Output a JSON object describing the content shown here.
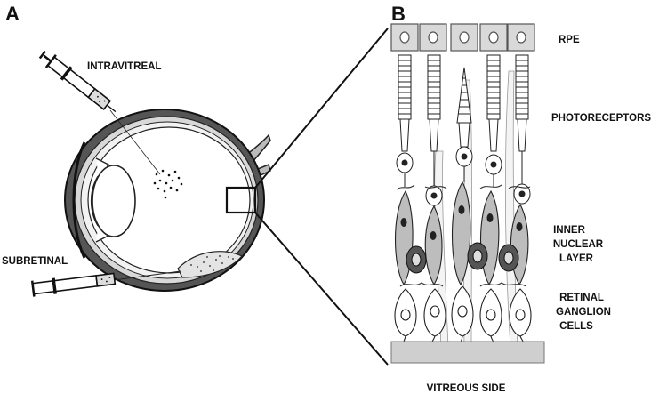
{
  "panels": {
    "a": "A",
    "b": "B"
  },
  "labels": {
    "intravitreal": "INTRAVITREAL",
    "subretinal": "SUBRETINAL",
    "rpe": "RPE",
    "photoreceptors": "PHOTORECEPTORS",
    "inner_nuclear": [
      "INNER",
      "NUCLEAR",
      "LAYER"
    ],
    "ganglion": [
      "RETINAL",
      "GANGLION",
      "CELLS"
    ],
    "vitreous": "VITREOUS SIDE"
  }
}
